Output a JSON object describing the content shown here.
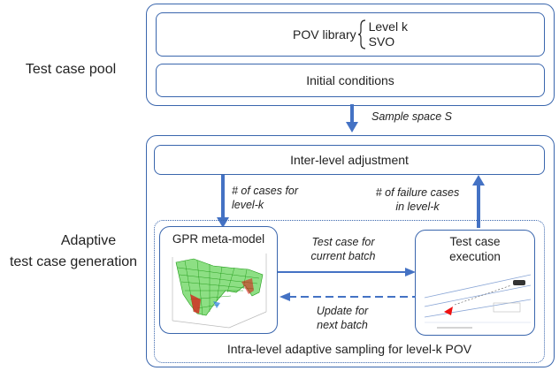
{
  "pool": {
    "label": "Test case pool",
    "pov_library": {
      "label": "POV library",
      "items": [
        "Level k",
        "SVO"
      ]
    },
    "initial_conditions": "Initial conditions"
  },
  "sample_space_label": "Sample space S",
  "generation": {
    "label_line1": "Adaptive",
    "label_line2": "test case generation",
    "inter_level": "Inter-level adjustment",
    "left_arrow_label_line1": "# of cases for",
    "left_arrow_label_line2": "level-k",
    "right_arrow_label_line1": "# of failure cases",
    "right_arrow_label_line2": "in level-k",
    "gpr_title": "GPR meta-model",
    "exec_title_line1": "Test case",
    "exec_title_line2": "execution",
    "forward_label_line1": "Test case for",
    "forward_label_line2": "current batch",
    "back_label_line1": "Update for",
    "back_label_line2": "next batch",
    "intra_caption": "Intra-level adaptive sampling for level-k POV"
  },
  "colors": {
    "frame": "#3a66ad",
    "arrow": "#4472c4",
    "mesh_green": "#2fc41f",
    "mesh_red": "#d6231b"
  }
}
